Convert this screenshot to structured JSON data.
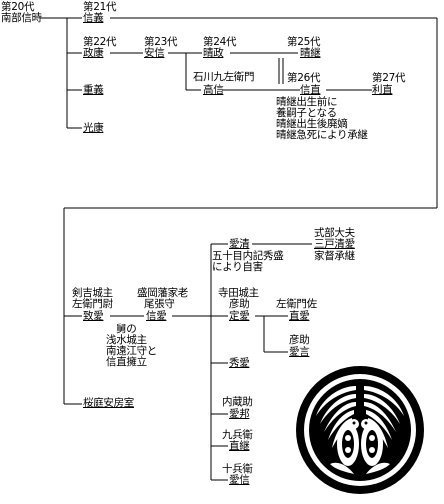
{
  "persons": {
    "p20_gen": "第20代",
    "p20_name": "南部信時",
    "p21_gen": "第21代",
    "p21_name": "信義",
    "p22_gen": "第22代",
    "p22_name": "政康",
    "p23_gen": "第23代",
    "p23_name": "安信",
    "p24_gen": "第24代",
    "p24_name": "晴政",
    "p25_gen": "第25代",
    "p25_name": "晴継",
    "p26_gen": "第26代",
    "p26_name": "信直",
    "p27_gen": "第27代",
    "p27_name": "利直",
    "ishikawa_title": "石川九左衛門",
    "ishikawa_name": "高信",
    "shigeyoshi": "重義",
    "mitsuyasu": "光康",
    "harutsugu_note": [
      "晴継出生前に",
      "養嗣子となる",
      "晴継出生後廃嫡",
      "晴継急死により承継"
    ],
    "kenyoshi_title": [
      "剣吉城主",
      "左衛門尉"
    ],
    "kenyoshi_name": "致愛",
    "nobuchika_title": [
      "盛岡藩家老",
      "尾張守"
    ],
    "nobuchika_name": "信愛",
    "nobuchika_note": [
      "舅の",
      "浅水城主",
      "南遠江守と",
      "信直擁立"
    ],
    "sakuraba": "桜庭安房室",
    "naruyoshi_name": "愛清",
    "naruyoshi_note": [
      "五十目内記秀盛",
      "により自害"
    ],
    "shikibu_title": [
      "式部大夫"
    ],
    "shikibu_name": "三戸清愛",
    "shikibu_note": "家督承継",
    "terada_title": "寺田城主",
    "terada_gen": "彦助",
    "terada_name": "定愛",
    "saemon_title": "左衛門佐",
    "saemon_name": "直愛",
    "hikosuke_gen": "彦助",
    "hikosuke_name": "愛言",
    "hideyoshi": "秀愛",
    "kurosuke_title": "内蔵助",
    "kurosuke_name": "愛邦",
    "kyubei_title": "九兵衛",
    "kyubei_name": "直継",
    "jubei_title": "十兵衛",
    "jubei_name": "愛信"
  },
  "crest": {
    "icon": "mukai-tsuru-crest-icon",
    "bg_color": "#000000",
    "fg_color": "#ffffff"
  }
}
